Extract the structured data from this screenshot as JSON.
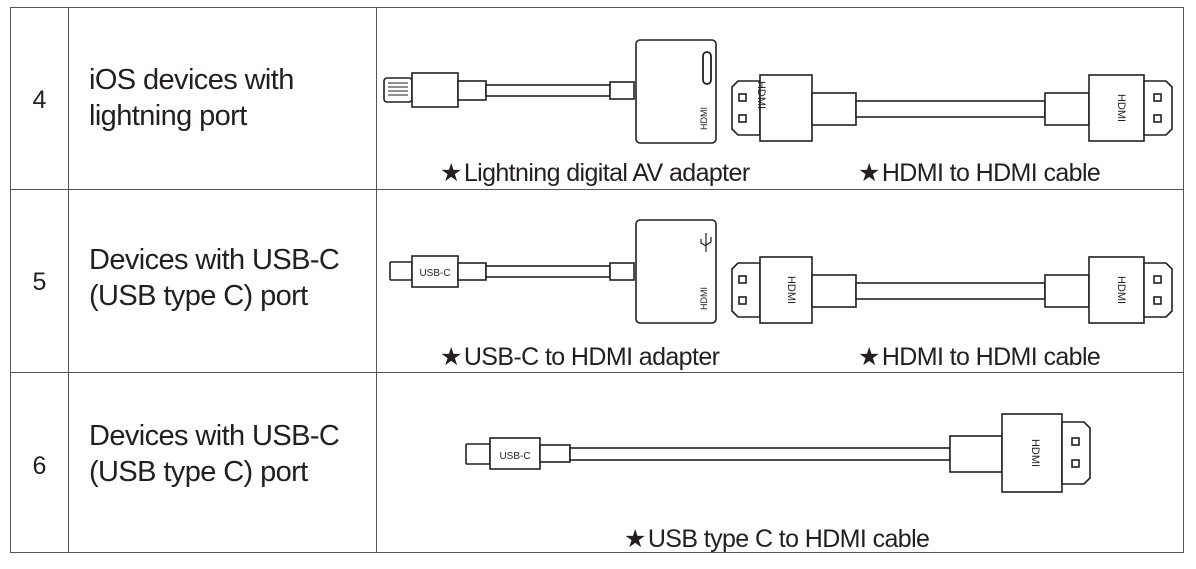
{
  "rows": [
    {
      "number": "4",
      "device_line1": "iOS devices with",
      "device_line2": "lightning port",
      "caption_a": "Lightning digital AV adapter",
      "caption_b": "HDMI to HDMI cable",
      "adapter_port_label": "HDMI",
      "hdmi_plug_label": "HDMI",
      "hdmi_plug_label_right": "HDMI"
    },
    {
      "number": "5",
      "device_line1": "Devices with USB-C",
      "device_line2": "(USB type C) port",
      "plug_label": "USB-C",
      "caption_a": "USB-C to HDMI adapter",
      "caption_b": "HDMI to HDMI cable",
      "adapter_port_label": "HDMI",
      "hdmi_plug_label": "HDMI",
      "hdmi_plug_label_right": "HDMI"
    },
    {
      "number": "6",
      "device_line1": "Devices with USB-C",
      "device_line2": "(USB type C) port",
      "plug_label": "USB-C",
      "caption_a": "USB type C to HDMI cable",
      "hdmi_plug_label": "HDMI"
    }
  ],
  "star_glyph": "★",
  "icons": [
    "lightning-plug-icon",
    "usb-c-plug-icon",
    "hdmi-plug-icon",
    "usb-symbol-icon",
    "lightning-port-icon"
  ]
}
